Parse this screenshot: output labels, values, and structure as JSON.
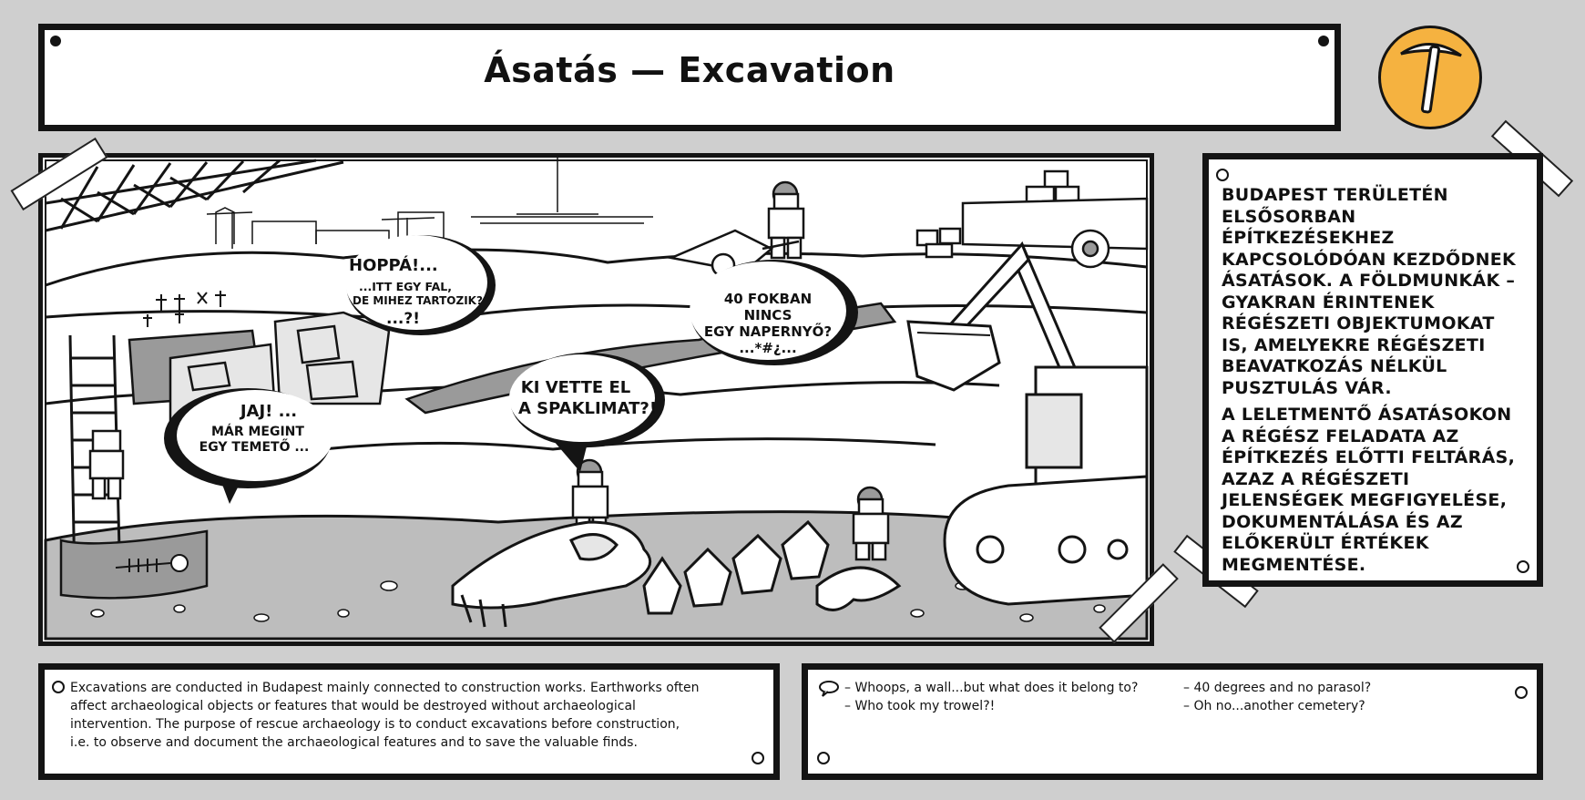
{
  "header": {
    "title": "Ásatás — Excavation"
  },
  "comic": {
    "bubbles": {
      "hoppa": {
        "line1": "HOPPÁ!...",
        "line2": "...ITT EGY FAL,",
        "line3": "DE MIHEZ TARTOZIK?",
        "line4": "...?!"
      },
      "fokban": {
        "line1": "40 FOKBAN",
        "line2": "NINCS",
        "line3": "EGY NAPERNYŐ?",
        "line4": "...*#¿..."
      },
      "spakli": {
        "line1": "KI VETTE EL",
        "line2": "A SPAKLIMAT?!"
      },
      "jaj": {
        "line1": "JAJ! ...",
        "line2": "MÁR MEGINT",
        "line3": "EGY TEMETŐ ..."
      }
    }
  },
  "info_panel": {
    "paragraphs": [
      "Budapest területén elsősorban építkezésekhez kapcsolódóan kezdődnek ásatások. A földmunkák – gyakran érintenek régészeti objektumokat is, amelyekre régészeti beavatkozás nélkül pusztulás vár.",
      "A leletmentő ásatásokon a régész feladata az építkezés előtti feltárás, azaz a régészeti jelenségek megfigyelése, dokumentálása és az előkerült értékek megmentése."
    ]
  },
  "caption_en": {
    "lines": [
      "Excavations are conducted in Budapest mainly connected to construction works. Earthworks often",
      "affect archaeological objects or features that would be destroyed without archaeological",
      "intervention. The purpose of rescue archaeology is to conduct excavations before construction,",
      "i.e. to observe and document the archaeological features and to save the valuable finds."
    ]
  },
  "dialog_translations": {
    "left": [
      "– Whoops, a wall...but what does it belong to?",
      "– Who took my trowel?!"
    ],
    "right": [
      "– 40 degrees and no parasol?",
      "– Oh no...another cemetery?"
    ]
  },
  "colors": {
    "background": "#cfcfcf",
    "badge": "#f5b240",
    "border": "#141414"
  },
  "icons": {
    "badge": "pickaxe-icon",
    "dialog": "speech-bubble-icon"
  }
}
